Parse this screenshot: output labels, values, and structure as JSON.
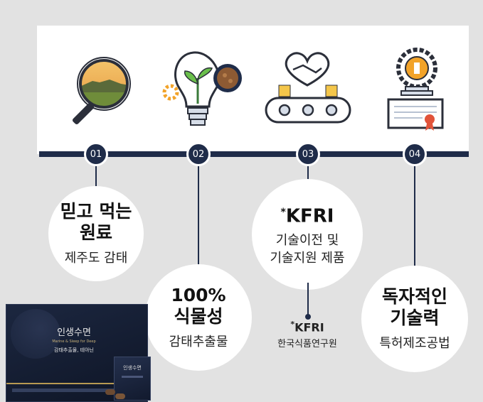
{
  "steps": [
    {
      "number": "01",
      "title_lines": [
        "믿고 먹는",
        "원료"
      ],
      "subtitle": "제주도 감태"
    },
    {
      "number": "02",
      "title_lines": [
        "100%",
        "식물성"
      ],
      "subtitle": "감태추출물"
    },
    {
      "number": "03",
      "title_lines": [
        "KFRI"
      ],
      "title_mark": "*",
      "subtitle_lines": [
        "기술이전 및",
        "기술지원 제품"
      ]
    },
    {
      "number": "04",
      "title_lines": [
        "독자적인",
        "기술력"
      ],
      "subtitle": "특허제조공법"
    }
  ],
  "footnote": {
    "mark": "*",
    "name": "KFRI",
    "full": "한국식품연구원"
  },
  "product": {
    "name": "인생수면",
    "tagline": "Marine & Sleep for Deep",
    "detail": "감태추출물, 테아닌"
  },
  "colors": {
    "navy": "#1f2c49",
    "background": "#e2e2e2",
    "panel": "#ffffff"
  },
  "icons": [
    "magnifier-landscape-icon",
    "lightbulb-plant-icon",
    "handshake-conveyor-icon",
    "patent-certificate-icon"
  ]
}
